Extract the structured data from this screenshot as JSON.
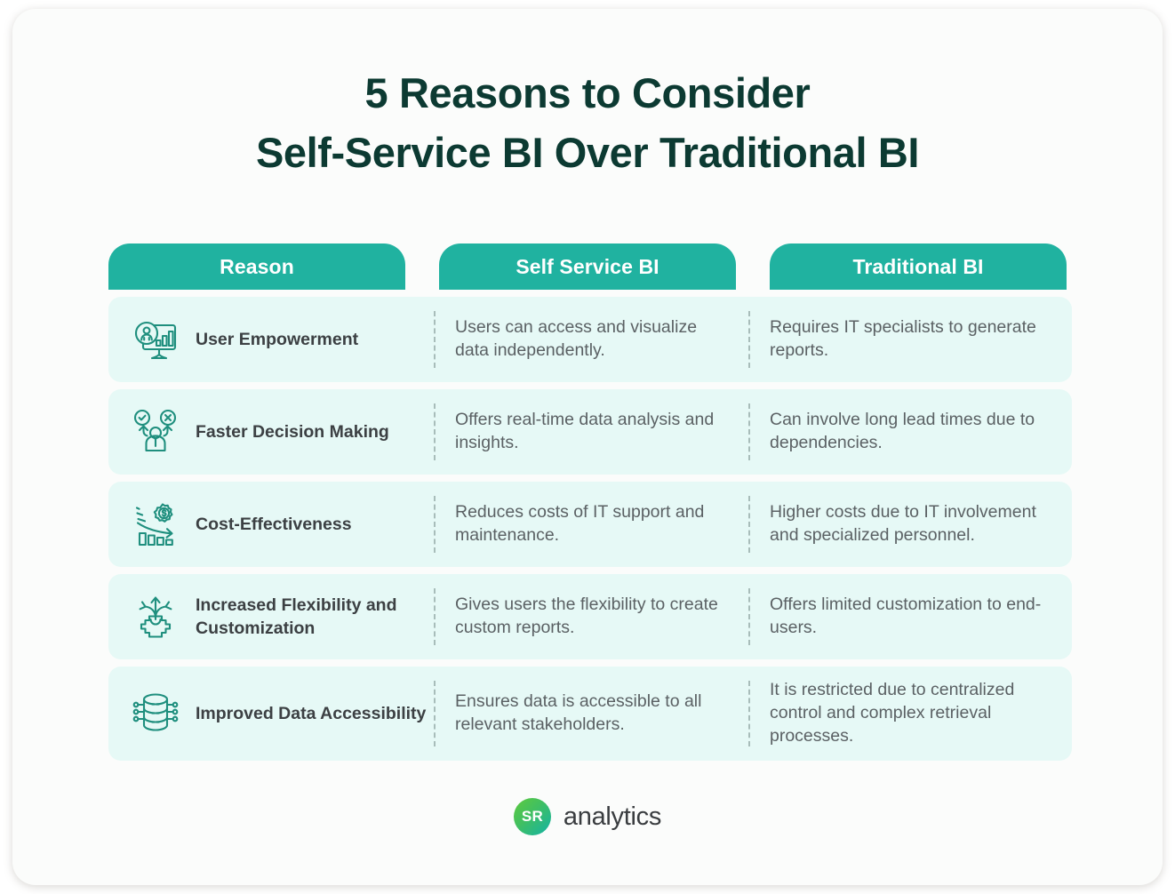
{
  "title": {
    "line1": "5 Reasons to Consider",
    "line2": "Self-Service BI Over Traditional BI"
  },
  "colors": {
    "header_teal": "#20B2A0",
    "row_mint": "#E6F9F6",
    "title_dark_green": "#0C3A32",
    "body_gray": "#5B6164",
    "label_gray": "#3C4043",
    "page_bg": "#FBFCFB",
    "divider": "#A8BDBA"
  },
  "table": {
    "headers": [
      {
        "label": "Reason"
      },
      {
        "label": "Self Service BI"
      },
      {
        "label": "Traditional BI"
      }
    ],
    "rows": [
      {
        "icon": "monitor-user-chart-icon",
        "reason": "User Empowerment",
        "self_service": "Users can access and visualize data independently.",
        "traditional": "Requires IT specialists to generate reports."
      },
      {
        "icon": "decision-person-arrows-icon",
        "reason": "Faster Decision Making",
        "self_service": "Offers real-time data analysis and insights.",
        "traditional": "Can involve long lead times due to dependencies."
      },
      {
        "icon": "cost-gear-declining-chart-icon",
        "reason": "Cost-Effectiveness",
        "self_service": "Reduces costs of IT support and maintenance.",
        "traditional": "Higher costs due to IT involvement and specialized personnel."
      },
      {
        "icon": "gear-branching-arrows-icon",
        "reason": "Increased Flexibility and Customization",
        "self_service": "Gives users the flexibility to create custom reports.",
        "traditional": "Offers limited customization to end-users."
      },
      {
        "icon": "database-stack-nodes-icon",
        "reason": "Improved Data Accessibility",
        "self_service": "Ensures data is accessible to all relevant stakeholders.",
        "traditional": "It is restricted due to centralized control and complex retrieval processes."
      }
    ]
  },
  "footer": {
    "logo_initials": "SR",
    "logo_word": "analytics"
  }
}
